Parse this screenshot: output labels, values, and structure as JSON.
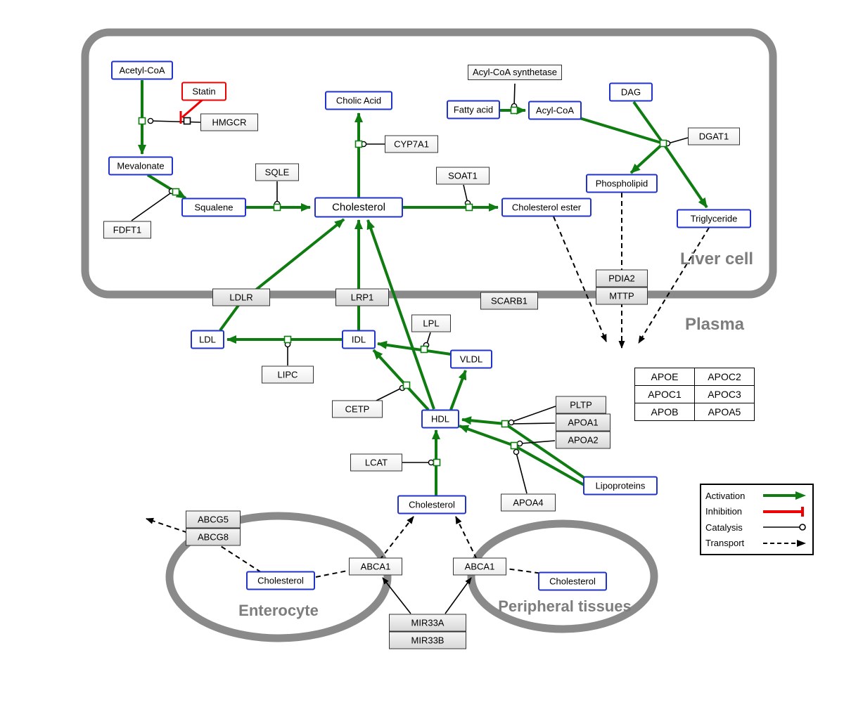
{
  "compartments": {
    "liver": "Liver cell",
    "plasma": "Plasma",
    "enterocyte": "Enterocyte",
    "peripheral": "Peripheral tissues"
  },
  "nodes": {
    "acetyl_coa": "Acetyl-CoA",
    "statin": "Statin",
    "hmgcr": "HMGCR",
    "mevalonate": "Mevalonate",
    "fdft1": "FDFT1",
    "squalene": "Squalene",
    "sqle": "SQLE",
    "cholic_acid": "Cholic Acid",
    "cyp7a1": "CYP7A1",
    "cholesterol_liver": "Cholesterol",
    "soat1": "SOAT1",
    "cholesterol_ester": "Cholesterol ester",
    "acyl_coa_synthetase": "Acyl-CoA synthetase",
    "fatty_acid": "Fatty acid",
    "acyl_coa": "Acyl-CoA",
    "dag": "DAG",
    "dgat1": "DGAT1",
    "phospholipid": "Phospholipid",
    "triglyceride": "Triglyceride",
    "pdia2": "PDIA2",
    "mttp": "MTTP",
    "ldlr": "LDLR",
    "lrp1": "LRP1",
    "scarb1": "SCARB1",
    "ldl": "LDL",
    "idl": "IDL",
    "lipc": "LIPC",
    "lpl": "LPL",
    "vldl": "VLDL",
    "cetp": "CETP",
    "hdl": "HDL",
    "pltp": "PLTP",
    "apoa1": "APOA1",
    "apoa2": "APOA2",
    "lcat": "LCAT",
    "apoa4": "APOA4",
    "lipoproteins": "Lipoproteins",
    "cholesterol_plasma": "Cholesterol",
    "abcg5": "ABCG5",
    "abcg8": "ABCG8",
    "cholesterol_enterocyte": "Cholesterol",
    "abca1_left": "ABCA1",
    "abca1_right": "ABCA1",
    "cholesterol_peripheral": "Cholesterol",
    "mir33a": "MIR33A",
    "mir33b": "MIR33B"
  },
  "apo_table": [
    [
      "APOE",
      "APOC2"
    ],
    [
      "APOC1",
      "APOC3"
    ],
    [
      "APOB",
      "APOA5"
    ]
  ],
  "legend": {
    "items": [
      {
        "label": "Activation"
      },
      {
        "label": "Inhibition"
      },
      {
        "label": "Catalysis"
      },
      {
        "label": "Transport"
      }
    ]
  },
  "colors": {
    "activation": "#0e7c10",
    "inhibition": "#ee0000",
    "metabolite_border": "#2233cc",
    "compartment_border": "#8a8a8a"
  },
  "edges": [
    {
      "from": "acetyl_coa",
      "to": "mevalonate",
      "type": "activation",
      "catalyst": "hmgcr"
    },
    {
      "from": "statin",
      "to": "hmgcr",
      "type": "inhibition"
    },
    {
      "from": "mevalonate",
      "to": "squalene",
      "type": "activation",
      "catalyst": "fdft1"
    },
    {
      "from": "squalene",
      "to": "cholesterol_liver",
      "type": "activation",
      "catalyst": "sqle"
    },
    {
      "from": "cholesterol_liver",
      "to": "cholic_acid",
      "type": "activation",
      "catalyst": "cyp7a1"
    },
    {
      "from": "cholesterol_liver",
      "to": "cholesterol_ester",
      "type": "activation",
      "catalyst": "soat1"
    },
    {
      "from": "fatty_acid",
      "to": "acyl_coa",
      "type": "activation",
      "catalyst": "acyl_coa_synthetase"
    },
    {
      "from": "acyl_coa",
      "to": "triglyceride",
      "type": "activation",
      "catalyst": "dgat1"
    },
    {
      "from": "dag",
      "to": "phospholipid",
      "type": "activation",
      "catalyst": "dgat1"
    },
    {
      "from": "ldl",
      "to": "cholesterol_liver",
      "type": "activation",
      "via": "ldlr"
    },
    {
      "from": "idl",
      "to": "cholesterol_liver",
      "type": "activation",
      "via": "lrp1"
    },
    {
      "from": "hdl",
      "to": "cholesterol_liver",
      "type": "activation",
      "via": "scarb1"
    },
    {
      "from": "vldl",
      "to": "idl",
      "type": "activation",
      "catalyst": "lpl"
    },
    {
      "from": "idl",
      "to": "ldl",
      "type": "activation",
      "catalyst": "lipc"
    },
    {
      "from": "hdl",
      "to": "idl",
      "type": "activation",
      "catalyst": "cetp"
    },
    {
      "from": "hdl",
      "to": "vldl",
      "type": "activation"
    },
    {
      "from": "cholesterol_plasma",
      "to": "hdl",
      "type": "activation",
      "catalyst": "lcat"
    },
    {
      "from": "lipoproteins",
      "to": "hdl",
      "type": "activation",
      "catalyst": "pltp, apoa1"
    },
    {
      "from": "lipoproteins",
      "to": "hdl",
      "type": "activation",
      "catalyst": "apoa2, apoa4"
    },
    {
      "from": "cholesterol_ester",
      "to": "plasma",
      "type": "transport"
    },
    {
      "from": "phospholipid",
      "to": "plasma",
      "type": "transport",
      "via": "pdia2, mttp"
    },
    {
      "from": "triglyceride",
      "to": "plasma",
      "type": "transport"
    },
    {
      "from": "cholesterol_enterocyte",
      "to": "cholesterol_plasma",
      "type": "transport",
      "via": "abca1_left"
    },
    {
      "from": "cholesterol_peripheral",
      "to": "cholesterol_plasma",
      "type": "transport",
      "via": "abca1_right"
    },
    {
      "from": "cholesterol_enterocyte",
      "to": null,
      "type": "transport",
      "via": "abcg5, abcg8"
    },
    {
      "from": "mir33a",
      "to": "abca1_left",
      "type": "activation-arrow"
    },
    {
      "from": "mir33b",
      "to": "abca1_right",
      "type": "activation-arrow"
    }
  ]
}
